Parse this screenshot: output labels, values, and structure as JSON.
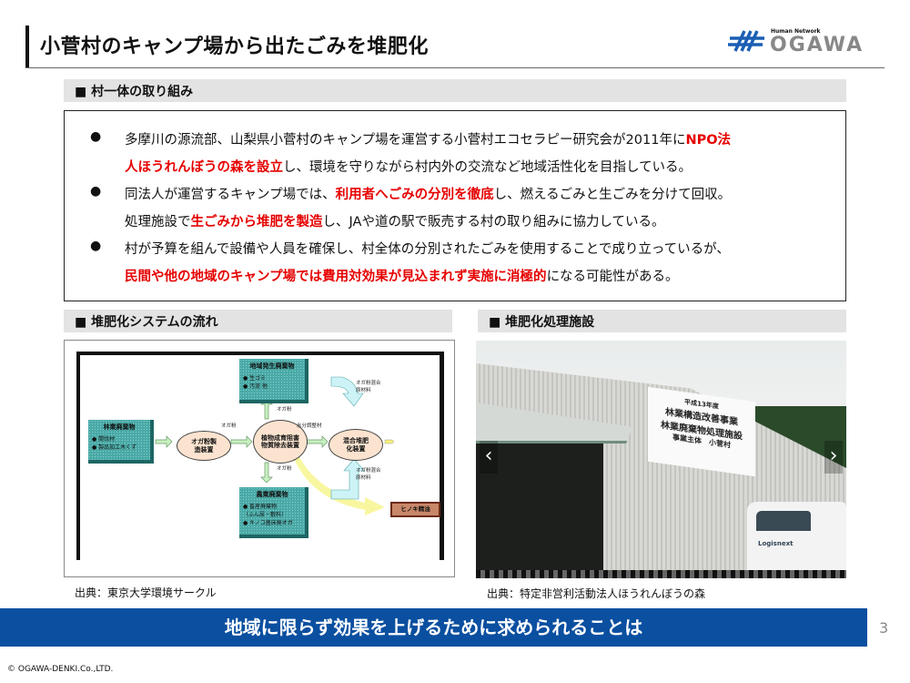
{
  "header": {
    "title": "小菅村のキャンプ場から出たごみを堆肥化",
    "logo_tagline": "Human Network",
    "logo_name": "OGAWA"
  },
  "section1": {
    "heading": "■ 村一体の取り組み",
    "bullets": [
      {
        "lines": [
          [
            {
              "t": "多摩川の源流部、山梨県小菅村のキャンプ場を運営する小菅村エコセラピー研究会が2011年に"
            },
            {
              "t": "NPO法",
              "red": true
            }
          ],
          [
            {
              "t": "人ほうれんぼうの森を設立",
              "red": true
            },
            {
              "t": "し、環境を守りながら村内外の交流など地域活性化を目指している。"
            }
          ]
        ]
      },
      {
        "lines": [
          [
            {
              "t": "同法人が運営するキャンプ場では、"
            },
            {
              "t": "利用者へごみの分別を徹底",
              "red": true
            },
            {
              "t": "し、燃えるごみと生ごみを分けて回収。"
            }
          ],
          [
            {
              "t": "処理施設で"
            },
            {
              "t": "生ごみから堆肥を製造",
              "red": true
            },
            {
              "t": "し、JAや道の駅で販売する村の取り組みに協力している。"
            }
          ]
        ]
      },
      {
        "lines": [
          [
            {
              "t": "村が予算を組んで設備や人員を確保し、村全体の分別されたごみを使用することで成り立っているが、"
            }
          ],
          [
            {
              "t": "民間や他の地域のキャンプ場では費用対効果が見込まれず実施に消極的",
              "red": true
            },
            {
              "t": "になる可能性がある。"
            }
          ]
        ]
      }
    ],
    "bullet_symbol": "●"
  },
  "section2": {
    "heading": "■ 堆肥化システムの流れ",
    "caption": "出典：東京大学環境サークル",
    "diagram": {
      "forest": {
        "title": "林業廃棄物",
        "items": [
          "● 間伐材",
          "● 製品加工木くず"
        ]
      },
      "regional": {
        "title": "地域発生廃棄物",
        "items": [
          "● 生ゴミ",
          "● 汚泥 他"
        ]
      },
      "agri": {
        "title": "農業廃棄物",
        "items": [
          "● 畜産廃棄物",
          "（ふん尿・敷料）",
          "● キノコ菌床廃オガ"
        ]
      },
      "sawdust_device": "オガ粉製造装置",
      "removal_device": "植物成育阻害物質除去装置",
      "compost_device": "混合堆肥化装置",
      "oil": "ヒノキ精油",
      "label_sawdust": "オガ粉",
      "label_moisture": "水分調整材",
      "label_mixed": "オガ粉混合原材料"
    }
  },
  "section3": {
    "heading": "■ 堆肥化処理施設",
    "caption": "出典：特定非営利活動法人ほうれんぼうの森",
    "photo": {
      "sign": [
        "平成13年度",
        "林業構造改善事業",
        "林業廃棄物処理施設",
        "事業主体　小菅村"
      ],
      "van_text": "Logisnext",
      "prev": "‹",
      "next": "›"
    }
  },
  "banner": "地域に限らず効果を上げるために求められることは",
  "page_number": "3",
  "footer": "© OGAWA-DENKI.Co.,LTD.",
  "colors": {
    "accent_blue": "#0a4fa0",
    "red": "#e60000"
  }
}
